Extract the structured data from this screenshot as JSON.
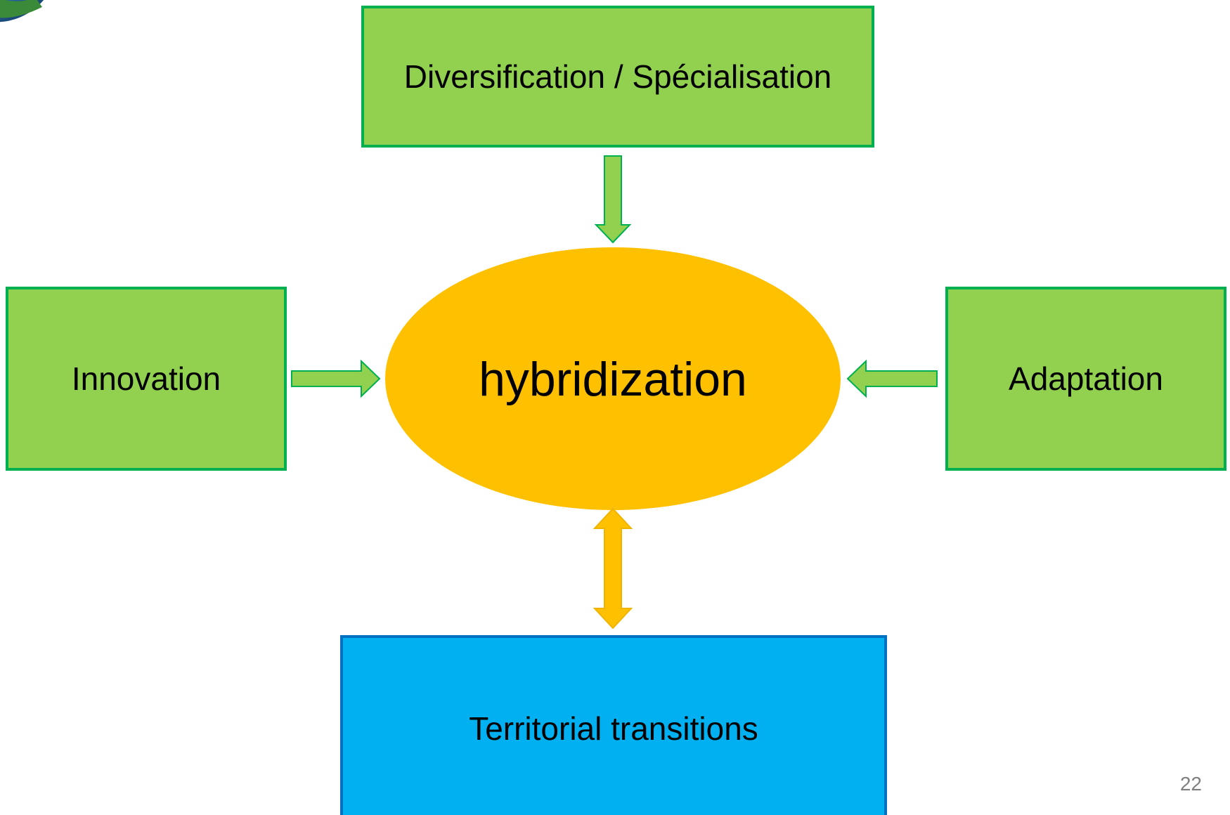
{
  "diagram": {
    "nodes": {
      "top": {
        "label": "Diversification / Spécialisation",
        "shape": "rectangle",
        "fill": "#92D050",
        "stroke": "#00B050"
      },
      "left": {
        "label": "Innovation",
        "shape": "rectangle",
        "fill": "#92D050",
        "stroke": "#00B050"
      },
      "right": {
        "label": "Adaptation",
        "shape": "rectangle",
        "fill": "#92D050",
        "stroke": "#00B050"
      },
      "center": {
        "label": "hybridization",
        "shape": "ellipse",
        "fill": "#FFC000"
      },
      "bottom": {
        "label": "Territorial transitions",
        "shape": "rectangle",
        "fill": "#00B0F0",
        "stroke": "#0070C0"
      }
    },
    "arrows": [
      {
        "from": "top",
        "to": "center",
        "type": "single",
        "color": "#92D050"
      },
      {
        "from": "left",
        "to": "center",
        "type": "single",
        "color": "#92D050"
      },
      {
        "from": "right",
        "to": "center",
        "type": "single",
        "color": "#92D050"
      },
      {
        "from": "center",
        "to": "bottom",
        "type": "double",
        "color": "#FFC000"
      }
    ]
  },
  "footer": {
    "page_number": "22"
  },
  "logo": {
    "icon": "globe-logo-icon"
  }
}
